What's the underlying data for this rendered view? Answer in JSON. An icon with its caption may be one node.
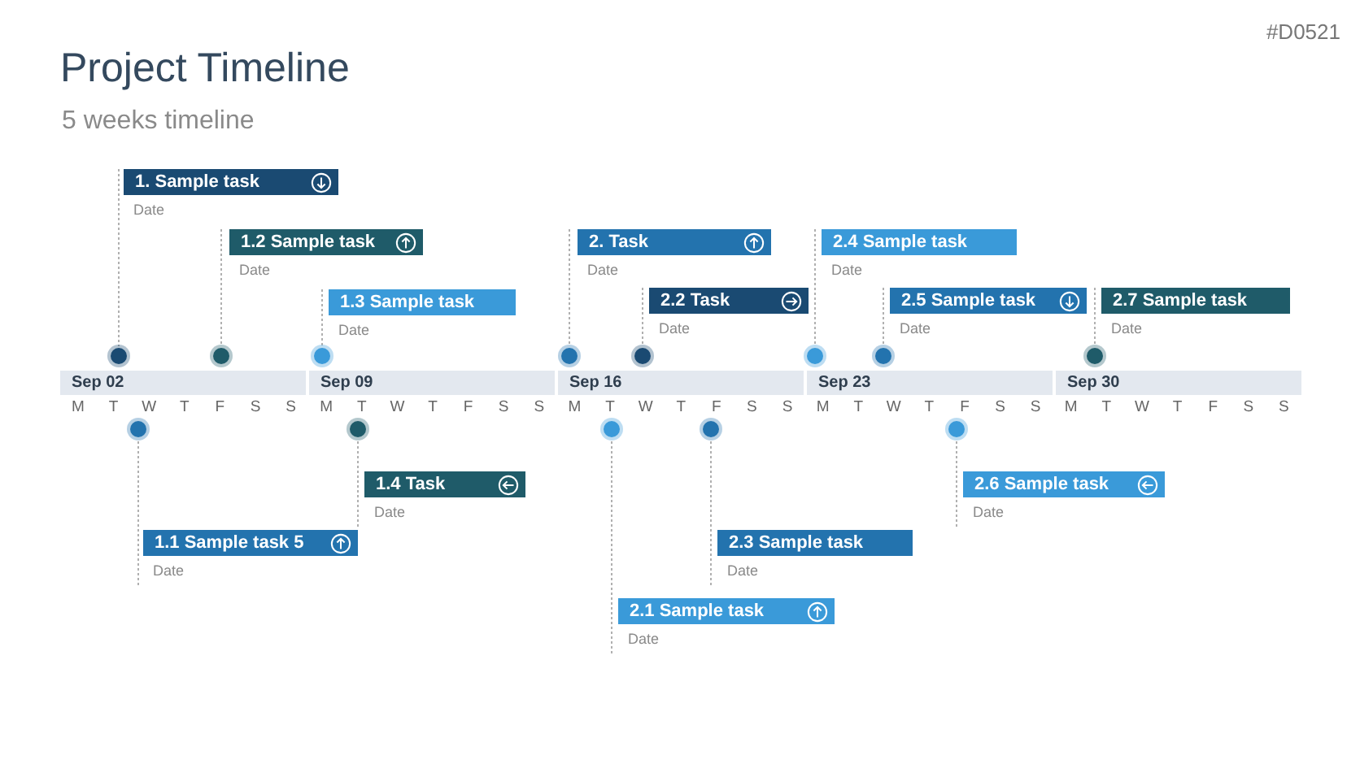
{
  "diagram": {
    "title": "Project Timeline",
    "nodes": [
      {
        "text": [
          "1. Sample task"
        ],
        "beside": [
          "Date"
        ]
      },
      {
        "text": [
          "1.2 Sample task"
        ],
        "beside": [
          "Date"
        ]
      },
      {
        "text": [
          "1.3 Sample task"
        ],
        "beside": [
          "Date"
        ]
      },
      {
        "text": [
          "2. Task"
        ],
        "beside": [
          "Date"
        ]
      },
      {
        "text": [
          "2.2 Task"
        ],
        "beside": [
          "Date"
        ]
      },
      {
        "text": [
          "2.4 Sample task"
        ],
        "beside": [
          "Date"
        ]
      },
      {
        "text": [
          "2.5 Sample task"
        ],
        "beside": [
          "Date"
        ]
      },
      {
        "text": [
          "2.7 Sample task"
        ],
        "beside": [
          "Date"
        ]
      },
      {
        "text": [
          "1.1 Sample task 5"
        ],
        "beside": [
          "Date"
        ]
      },
      {
        "text": [
          "1.4 Task"
        ],
        "beside": [
          "Date"
        ]
      },
      {
        "text": [
          "2.1 Sample task"
        ],
        "beside": [
          "Date"
        ]
      },
      {
        "text": [
          "2.3 Sample task"
        ],
        "beside": [
          "Date"
        ]
      },
      {
        "text": [
          "2.6 Sample task"
        ],
        "beside": [
          "Date"
        ]
      },
      {
        "text": [],
        "shape": "circle"
      },
      {
        "text": [],
        "shape": "circle"
      },
      {
        "text": [],
        "shape": "circle"
      },
      {
        "text": [],
        "shape": "circle"
      },
      {
        "text": [],
        "shape": "circle"
      },
      {
        "text": [],
        "shape": "circle"
      },
      {
        "text": [],
        "shape": "circle"
      },
      {
        "text": [],
        "shape": "circle"
      },
      {
        "text": [],
        "shape": "circle"
      },
      {
        "text": [],
        "shape": "circle"
      },
      {
        "text": [],
        "shape": "circle"
      },
      {
        "text": [],
        "shape": "circle"
      },
      {
        "text": [],
        "shape": "circle"
      }
    ],
    "edges": [
      {
        "from": 0,
        "to": 13,
        "arrow": "none",
        "style": "dashed"
      },
      {
        "from": 1,
        "to": 14,
        "arrow": "none",
        "style": "dashed"
      },
      {
        "from": 2,
        "to": 15,
        "arrow": "none",
        "style": "dashed"
      },
      {
        "from": 3,
        "to": 16,
        "arrow": "none",
        "style": "dashed"
      },
      {
        "from": 4,
        "to": 17,
        "arrow": "none",
        "style": "dashed"
      },
      {
        "from": 5,
        "to": 18,
        "arrow": "none",
        "style": "dashed"
      },
      {
        "from": 6,
        "to": 19,
        "arrow": "none",
        "style": "dashed"
      },
      {
        "from": 7,
        "to": 20,
        "arrow": "none",
        "style": "dashed"
      },
      {
        "from": 8,
        "to": 21,
        "arrow": "none",
        "style": "dashed"
      },
      {
        "from": 9,
        "to": 22,
        "arrow": "none",
        "style": "dashed"
      },
      {
        "from": 10,
        "to": 23,
        "arrow": "none",
        "style": "dashed"
      },
      {
        "from": 11,
        "to": 24,
        "arrow": "none",
        "style": "dashed"
      },
      {
        "from": 12,
        "to": 25,
        "arrow": "none",
        "style": "dashed"
      }
    ],
    "labels": [
      "#D0521",
      "5 weeks timeline",
      "Sep 02",
      "Sep 09",
      "Sep 16",
      "Sep 23",
      "Sep 30",
      "M",
      "T",
      "W",
      "T",
      "F",
      "S",
      "S",
      "M",
      "T",
      "W",
      "T",
      "F",
      "S",
      "S",
      "M",
      "T",
      "W",
      "T",
      "F",
      "S",
      "S",
      "M",
      "T",
      "W",
      "T",
      "F",
      "S",
      "S",
      "M",
      "T",
      "W",
      "T",
      "F",
      "S",
      "S"
    ]
  }
}
